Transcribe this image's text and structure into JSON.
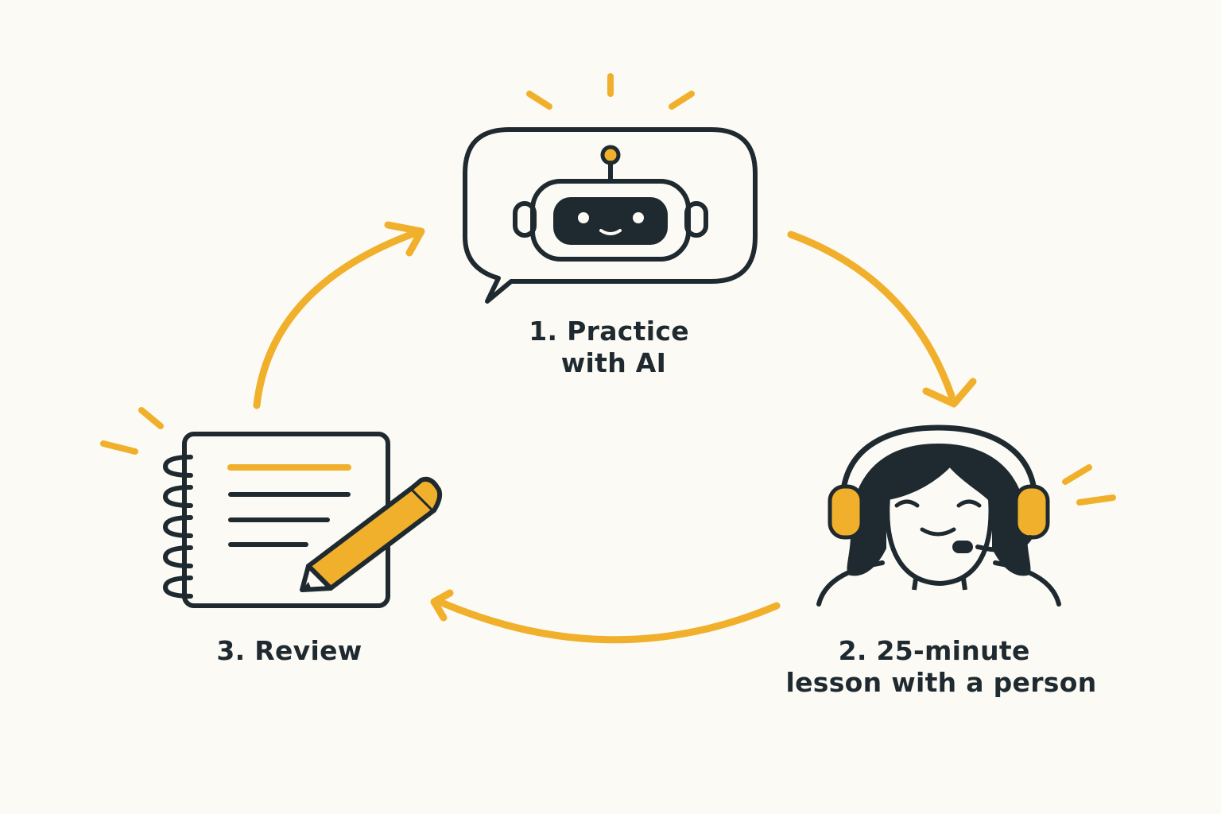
{
  "colors": {
    "background": "#fcfaf4",
    "ink": "#1f2a30",
    "accent": "#f0b02c"
  },
  "steps": [
    {
      "icon": "robot-chat-bubble-icon",
      "label_lines": [
        "1. Practice",
        "with AI"
      ]
    },
    {
      "icon": "person-headset-icon",
      "label_lines": [
        "2. 25-minute",
        "lesson with a person"
      ]
    },
    {
      "icon": "notebook-pencil-icon",
      "label_lines": [
        "3. Review"
      ]
    }
  ],
  "cycle_arrows": [
    {
      "from": "1. Practice with AI",
      "to": "2. 25-minute lesson with a person",
      "direction": "clockwise"
    },
    {
      "from": "2. 25-minute lesson with a person",
      "to": "3. Review",
      "direction": "clockwise"
    },
    {
      "from": "3. Review",
      "to": "1. Practice with AI",
      "direction": "clockwise"
    }
  ]
}
